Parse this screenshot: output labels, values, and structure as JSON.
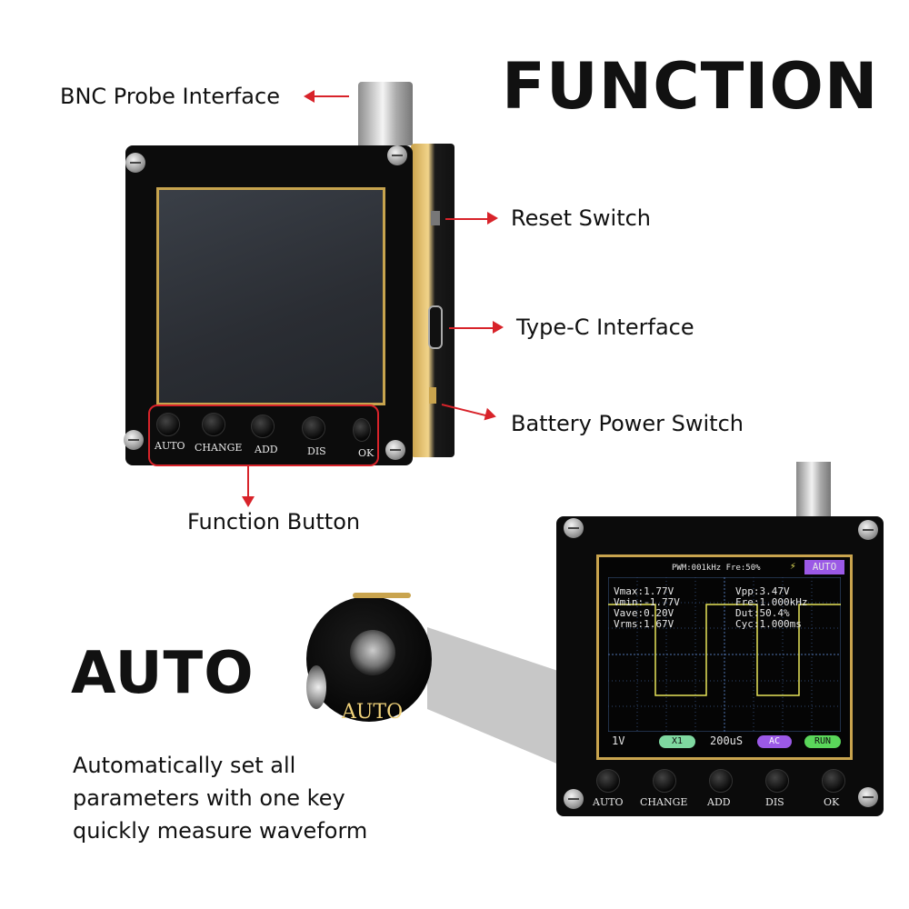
{
  "heading": {
    "function": "FUNCTION",
    "auto": "AUTO"
  },
  "callouts": {
    "bnc": "BNC Probe Interface",
    "reset": "Reset Switch",
    "typec": "Type-C Interface",
    "battery": "Battery Power Switch",
    "function_button": "Function Button"
  },
  "buttons": [
    "AUTO",
    "CHANGE",
    "ADD",
    "DIS",
    "OK"
  ],
  "zoom_label": "AUTO",
  "scope": {
    "top_info": "PWM:001kHz  Fre:50%",
    "trigger_icon": "⚡",
    "mode_badge": "AUTO",
    "left_readings": [
      "Vmax:1.77V",
      "Vmin:-1.77V",
      "Vave:0.20V",
      "Vrms:1.67V"
    ],
    "right_readings": [
      "Vpp:3.47V",
      "Fre:1.000kHz",
      "Dut:50.4%",
      "Cyc:1.000ms"
    ],
    "bottom": {
      "volt": "1V",
      "probe": "X1",
      "time": "200uS",
      "coupling": "AC",
      "run": "RUN"
    }
  },
  "description": [
    "Automatically set all",
    "parameters with one key",
    "quickly measure waveform"
  ],
  "colors": {
    "arrow": "#d8232a",
    "gold": "#c9a44e",
    "trace": "#e7e35a",
    "probe_pill": "#7fd8a0",
    "ac_pill": "#9b59e6",
    "run_pill": "#5ad65a",
    "badge": "#9b59e6"
  }
}
